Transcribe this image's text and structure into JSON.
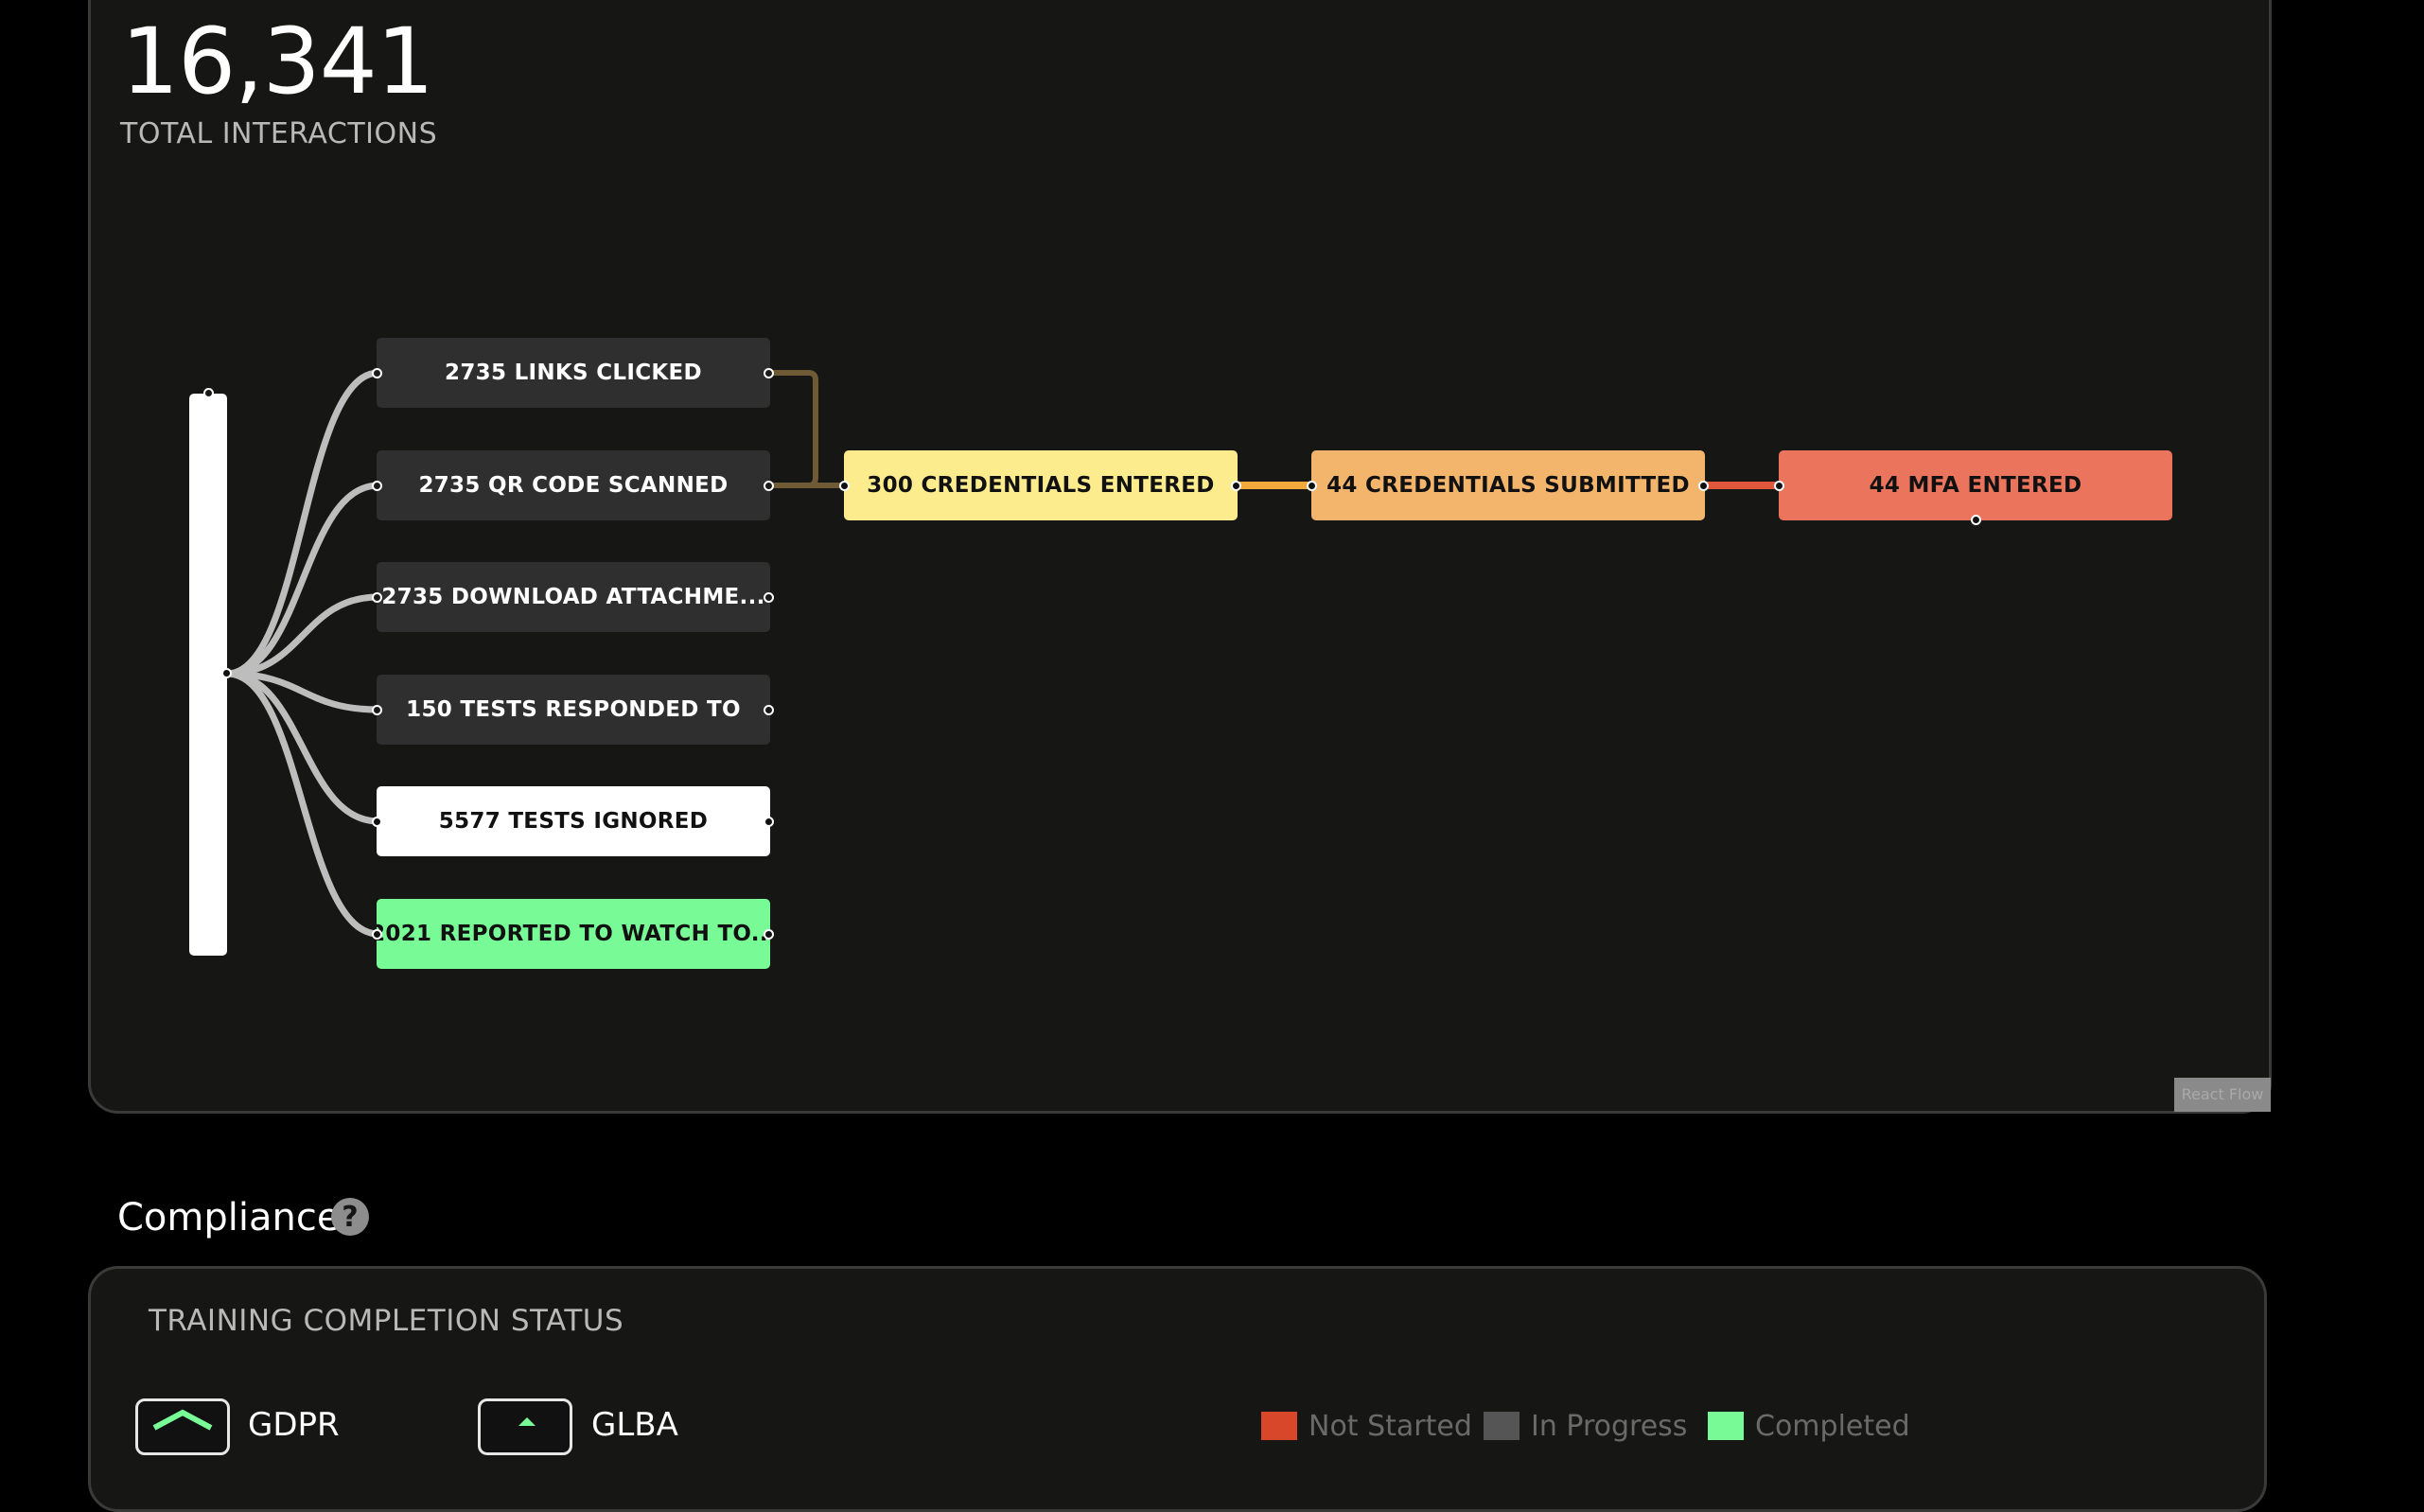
{
  "summary": {
    "total_value": "16,341",
    "total_label": "TOTAL INTERACTIONS"
  },
  "flow": {
    "nodes": {
      "links_clicked": "2735 LINKS CLICKED",
      "qr_code_scanned": "2735 QR CODE SCANNED",
      "download_attachment": "2735 DOWNLOAD ATTACHME...",
      "tests_responded": "150 TESTS RESPONDED TO",
      "tests_ignored": "5577 TESTS IGNORED",
      "reported": "2021 REPORTED TO WATCH TO...",
      "credentials_entered": "300 CREDENTIALS ENTERED",
      "credentials_submitted": "44 CREDENTIALS SUBMITTED",
      "mfa_entered": "44 MFA ENTERED"
    },
    "attribution": "React Flow",
    "colors": {
      "dark_node": "#2f2f2f",
      "ignored_node": "#ffffff",
      "reported_node": "#78fb97",
      "entered_node": "#fcec8e",
      "submitted_node": "#f3b46c",
      "mfa_node": "#eb745d",
      "branch_edge": "#bdbdbd",
      "merge_edge": "#6e5a35",
      "entered_edge": "#f2a93b",
      "submitted_edge": "#e0573c"
    }
  },
  "compliance": {
    "title": "Compliance",
    "help_icon": "question-mark-icon",
    "training": {
      "title": "TRAINING COMPLETION STATUS",
      "badges": [
        {
          "label": "GDPR",
          "icon": "shield-icon"
        },
        {
          "label": "GLBA",
          "icon": "shield-icon"
        }
      ],
      "legend": [
        {
          "label": "Not Started",
          "color": "#d9472b"
        },
        {
          "label": "In Progress",
          "color": "#555555"
        },
        {
          "label": "Completed",
          "color": "#78fb97"
        }
      ]
    }
  }
}
